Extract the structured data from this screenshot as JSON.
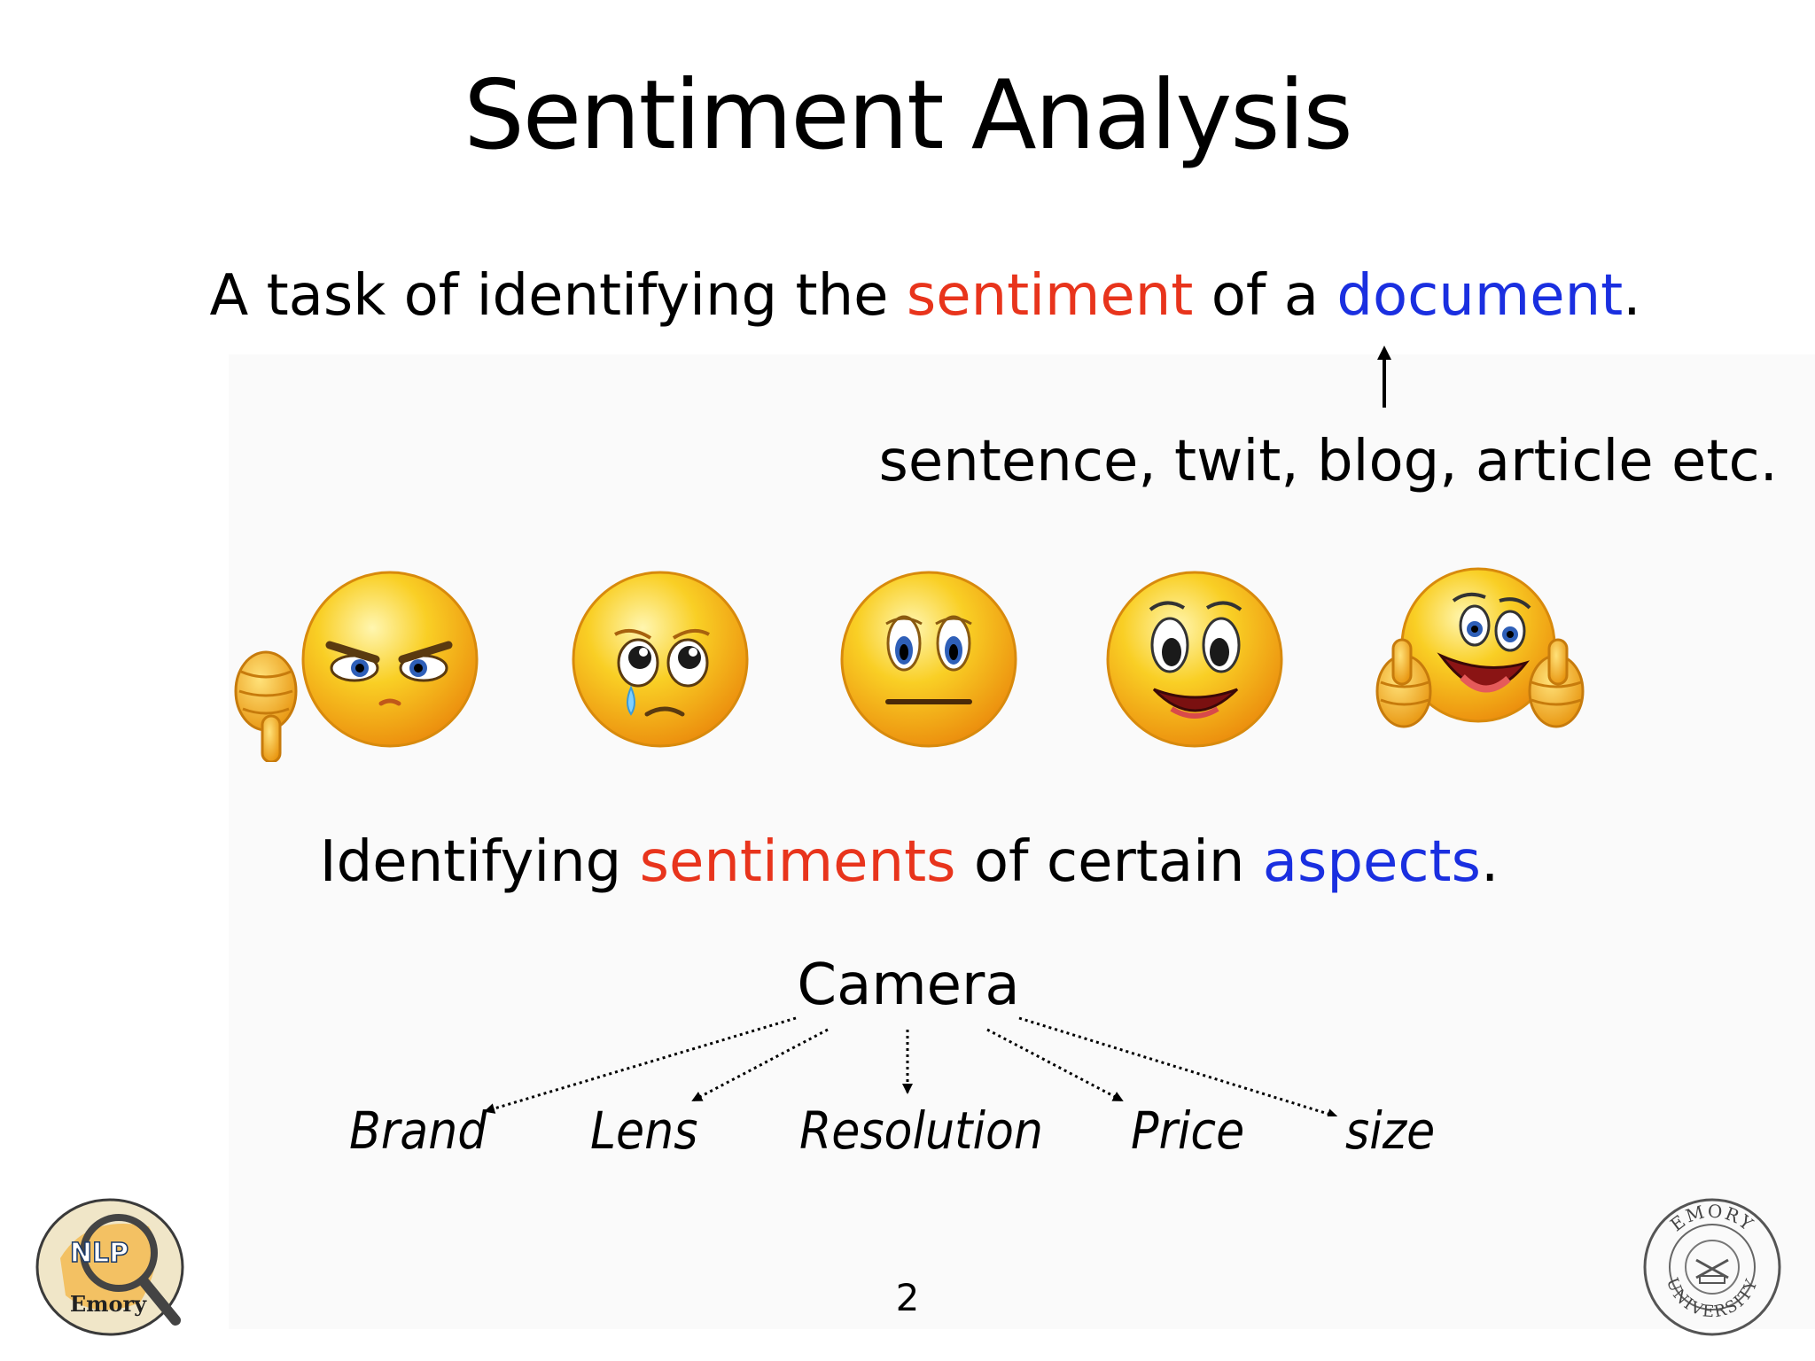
{
  "slide": {
    "title": "Sentiment Analysis",
    "line1": {
      "prefix": "A task of identifying the ",
      "keyword1": "sentiment",
      "middle": " of a ",
      "keyword2": "document",
      "suffix": "."
    },
    "doc_types": "sentence, twit, blog, article etc.",
    "line2": {
      "prefix": "Identifying ",
      "keyword1": "sentiments",
      "middle": " of certain ",
      "keyword2": "aspects",
      "suffix": "."
    },
    "root": "Camera",
    "aspects": [
      "Brand",
      "Lens",
      "Resolution",
      "Price",
      "size"
    ],
    "page_number": "2",
    "logo_left_text": {
      "top": "NLP",
      "bottom": "Emory"
    },
    "logo_right_text": {
      "top": "EMORY",
      "bottom": "UNIVERSITY"
    }
  },
  "icons": [
    "thumbs-down-angry-face-icon",
    "crying-face-icon",
    "neutral-face-icon",
    "happy-face-icon",
    "thumbs-up-laughing-face-icon",
    "up-arrow-icon"
  ],
  "colors": {
    "keyword_red": "#e8341c",
    "keyword_blue": "#1a2fe0",
    "face_yellow": "#f7c31c",
    "face_orange": "#ee9b12"
  }
}
